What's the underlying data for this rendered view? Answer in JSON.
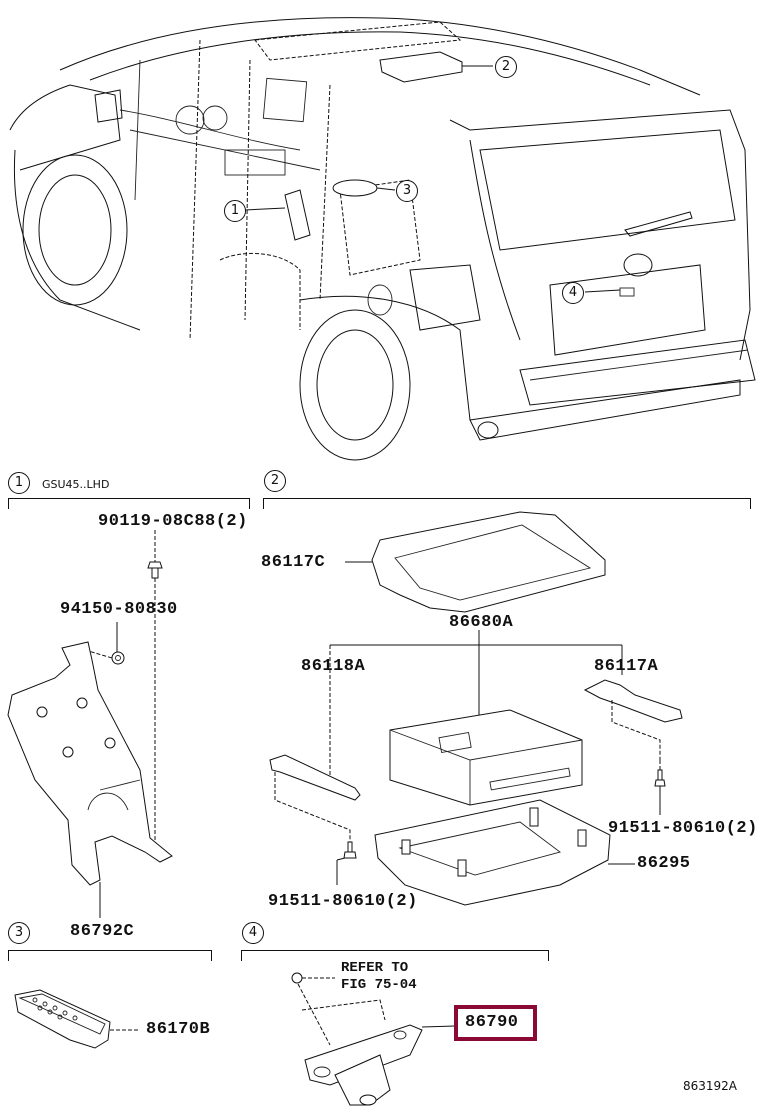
{
  "diagram": {
    "figure_code": "863192A",
    "overview_callouts": [
      "1",
      "2",
      "3",
      "4"
    ],
    "groups": [
      {
        "number": "1",
        "caption": "GSU45..LHD",
        "parts": [
          {
            "part_no": "90119-08C88(2)",
            "name": "bolt"
          },
          {
            "part_no": "94150-80830",
            "name": "nut"
          },
          {
            "part_no": "86792C",
            "name": "bracket"
          }
        ]
      },
      {
        "number": "2",
        "caption": "",
        "parts": [
          {
            "part_no": "86117C",
            "name": "frame"
          },
          {
            "part_no": "86680A",
            "name": "display-module-assembly"
          },
          {
            "part_no": "86118A",
            "name": "left-bracket"
          },
          {
            "part_no": "86117A",
            "name": "right-bracket"
          },
          {
            "part_no": "91511-80610(2)",
            "name": "right-bolt"
          },
          {
            "part_no": "91511-80610(2)",
            "name": "left-bolt"
          },
          {
            "part_no": "86295",
            "name": "housing"
          }
        ]
      },
      {
        "number": "3",
        "caption": "",
        "parts": [
          {
            "part_no": "86170B",
            "name": "remote-control"
          }
        ]
      },
      {
        "number": "4",
        "caption": "",
        "note_line1": "REFER TO",
        "note_line2": "FIG 75-04",
        "parts": [
          {
            "part_no": "86790",
            "name": "rear-camera",
            "highlighted": true
          }
        ]
      }
    ],
    "highlight_color": "#8b0a35"
  }
}
